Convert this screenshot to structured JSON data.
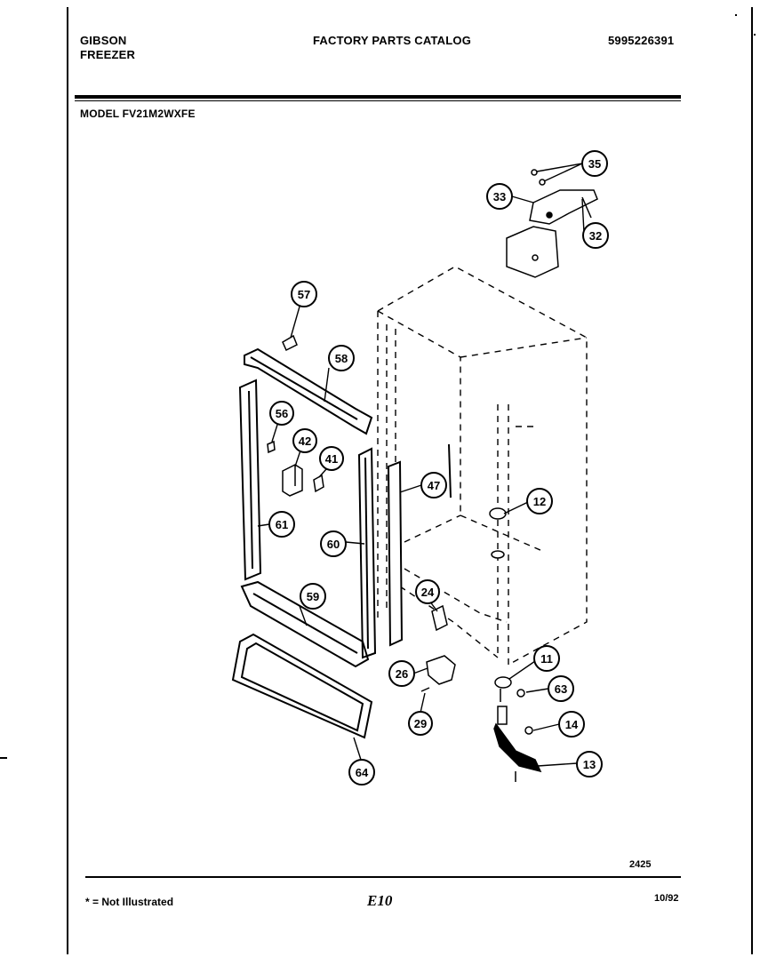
{
  "header": {
    "brand_line1": "GIBSON",
    "brand_line2": "FREEZER",
    "title": "FACTORY PARTS CATALOG",
    "catalog_number": "5995226391"
  },
  "model": "MODEL FV21M2WXFE",
  "callouts": [
    "35",
    "33",
    "32",
    "57",
    "58",
    "56",
    "42",
    "41",
    "47",
    "12",
    "61",
    "60",
    "59",
    "24",
    "11",
    "26",
    "63",
    "29",
    "14",
    "13",
    "64"
  ],
  "footer": {
    "page_code": "2425",
    "legend": "* = Not Illustrated",
    "page_id": "E10",
    "date": "10/92"
  }
}
